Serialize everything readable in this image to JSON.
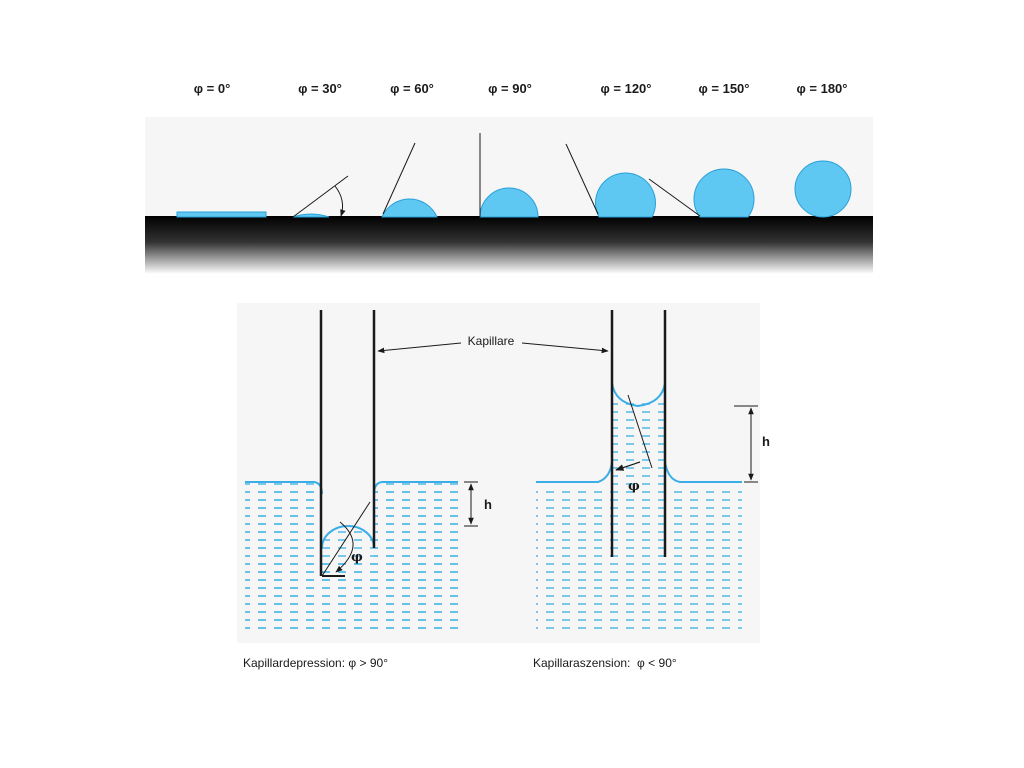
{
  "colors": {
    "water": "#5ec8f2",
    "water_edge": "#2aa0d8",
    "water_dash": "#3aaee6",
    "panel_bg": "#f6f6f6",
    "ground_dark": "#111111",
    "line": "#1a1a1a"
  },
  "contact_angles": {
    "labels": [
      "φ = 0°",
      "φ = 30°",
      "φ = 60°",
      "φ = 90°",
      "φ = 120°",
      "φ = 150°",
      "φ = 180°"
    ]
  },
  "capillary": {
    "tube_label": "Kapillare",
    "height_symbol": "h",
    "angle_symbol": "φ",
    "depression_caption": "Kapillardepression: φ > 90°",
    "ascension_caption": "Kapillaraszension:  φ < 90°"
  }
}
